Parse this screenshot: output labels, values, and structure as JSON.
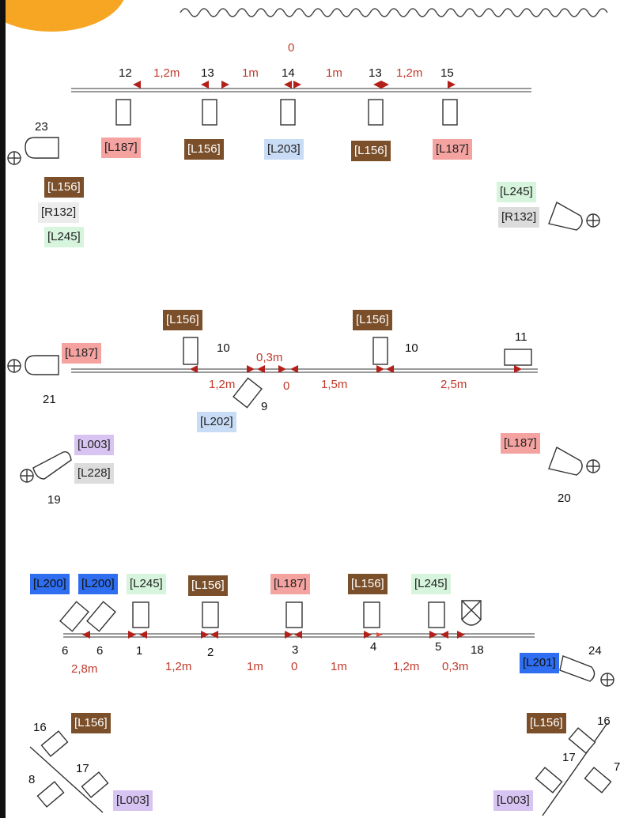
{
  "colors": {
    "brown": "#7a4f2a",
    "pink": "#f4a3a0",
    "lightblue": "#c9dcf5",
    "blue": "#2f6ef0",
    "green": "#d6f5dc",
    "purple": "#d8c4f2",
    "grey": "#dcdcdc",
    "red": "#c0392b",
    "arrow": "#b3201a",
    "blob": "#f6a623"
  },
  "tags": {
    "s1_l187a": "[L187]",
    "s1_l156a": "[L156]",
    "s1_l203": "[L203]",
    "s1_l156b": "[L156]",
    "s1_l187b": "[L187]",
    "s1_left_l156": "[L156]",
    "s1_left_r132": "[R132]",
    "s1_left_l245": "[L245]",
    "s1_right_l245": "[L245]",
    "s1_right_r132": "[R132]",
    "s2_l156a": "[L156]",
    "s2_l156b": "[L156]",
    "s2_l187_left": "[L187]",
    "s2_l202": "[L202]",
    "s2_l003": "[L003]",
    "s2_l228": "[L228]",
    "s2_l187_right": "[L187]",
    "s3_l200a": "[L200]",
    "s3_l200b": "[L200]",
    "s3_l245a": "[L245]",
    "s3_l156a": "[L156]",
    "s3_l187": "[L187]",
    "s3_l156b": "[L156]",
    "s3_l245b": "[L245]",
    "s3_l201": "[L201]",
    "s4_l156_left": "[L156]",
    "s4_l003_left": "[L003]",
    "s4_l156_right": "[L156]",
    "s4_l003_right": "[L003]"
  },
  "numbers": {
    "s1_n12": "12",
    "s1_n13a": "13",
    "s1_n14": "14",
    "s1_n13b": "13",
    "s1_n15": "15",
    "s1_n23": "23",
    "s2_n10a": "10",
    "s2_n10b": "10",
    "s2_n11": "11",
    "s2_n9": "9",
    "s2_n21": "21",
    "s2_n19": "19",
    "s2_n20": "20",
    "s3_n6a": "6",
    "s3_n6b": "6",
    "s3_n1": "1",
    "s3_n2": "2",
    "s3_n3": "3",
    "s3_n4": "4",
    "s3_n5": "5",
    "s3_n18": "18",
    "s3_n24": "24",
    "s4_n16a": "16",
    "s4_n8": "8",
    "s4_n17a": "17",
    "s4_n16b": "16",
    "s4_n17b": "17",
    "s4_n7": "7"
  },
  "distances": {
    "s1_zero": "0",
    "s1_d1": "1,2m",
    "s1_d2": "1m",
    "s1_d3": "1m",
    "s1_d4": "1,2m",
    "s2_d03": "0,3m",
    "s2_d12": "1,2m",
    "s2_zero": "0",
    "s2_d15": "1,5m",
    "s2_d25": "2,5m",
    "s3_d28": "2,8m",
    "s3_d12a": "1,2m",
    "s3_d1a": "1m",
    "s3_zero": "0",
    "s3_d1b": "1m",
    "s3_d12b": "1,2m",
    "s3_d03": "0,3m"
  }
}
